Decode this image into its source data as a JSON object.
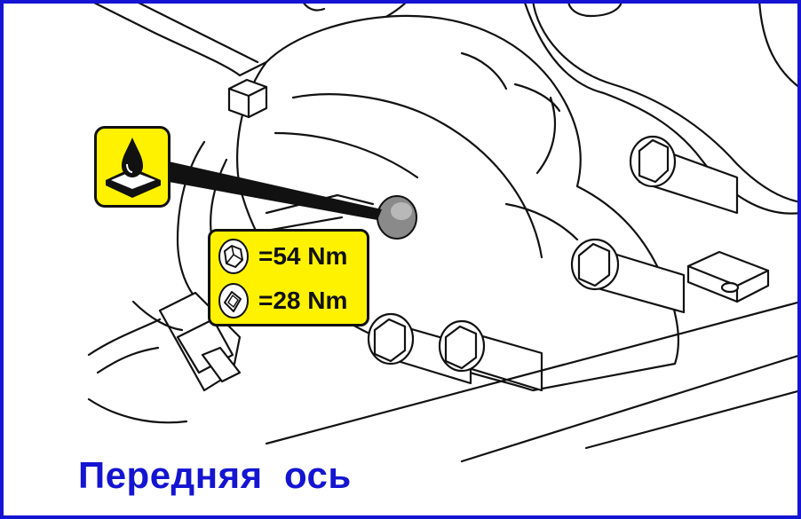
{
  "caption": "Передняя  ось",
  "torque": {
    "hex_bolt": "=54 Nm",
    "socket_bolt": "=28 Nm"
  },
  "icons": {
    "oil_sign": "oil-drop-icon",
    "hex_bolt": "hex-bolt-icon",
    "socket_bolt": "socket-bolt-icon"
  },
  "colors": {
    "frame": "#1414d2",
    "caption": "#1414d2",
    "badge": "#fff200",
    "line": "#111111"
  }
}
